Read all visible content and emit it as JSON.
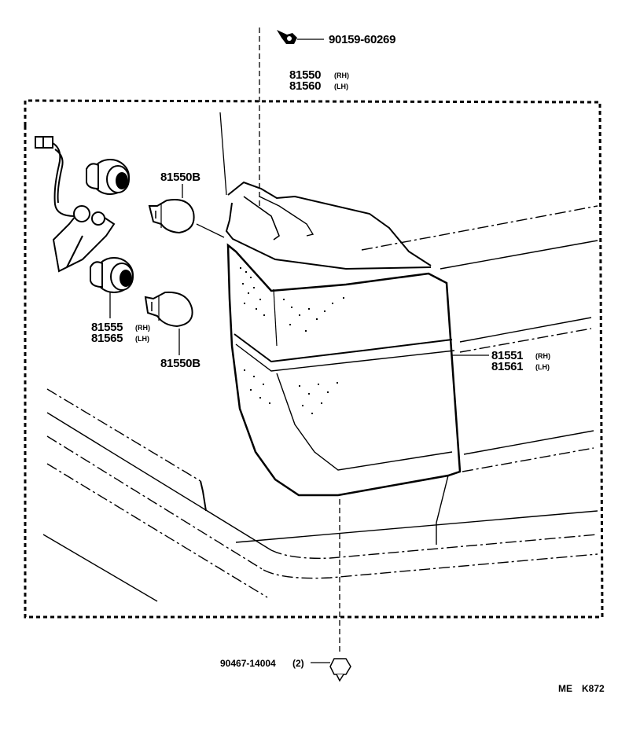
{
  "diagram": {
    "parts": {
      "screw": {
        "number": "90159-60269"
      },
      "lamp_assy": {
        "rh": "81550",
        "rh_tag": "(RH)",
        "lh": "81560",
        "lh_tag": "(LH)"
      },
      "bulb_upper": {
        "number": "81550B"
      },
      "bulb_lower": {
        "number": "81550B"
      },
      "socket": {
        "rh": "81555",
        "rh_tag": "(RH)",
        "lh": "81565",
        "lh_tag": "(LH)"
      },
      "lens": {
        "rh": "81551",
        "rh_tag": "(RH)",
        "lh": "81561",
        "lh_tag": "(LH)"
      },
      "clip": {
        "number": "90467-14004",
        "qty": "(2)"
      }
    },
    "code": {
      "prefix": "ME",
      "id": "K872"
    }
  }
}
